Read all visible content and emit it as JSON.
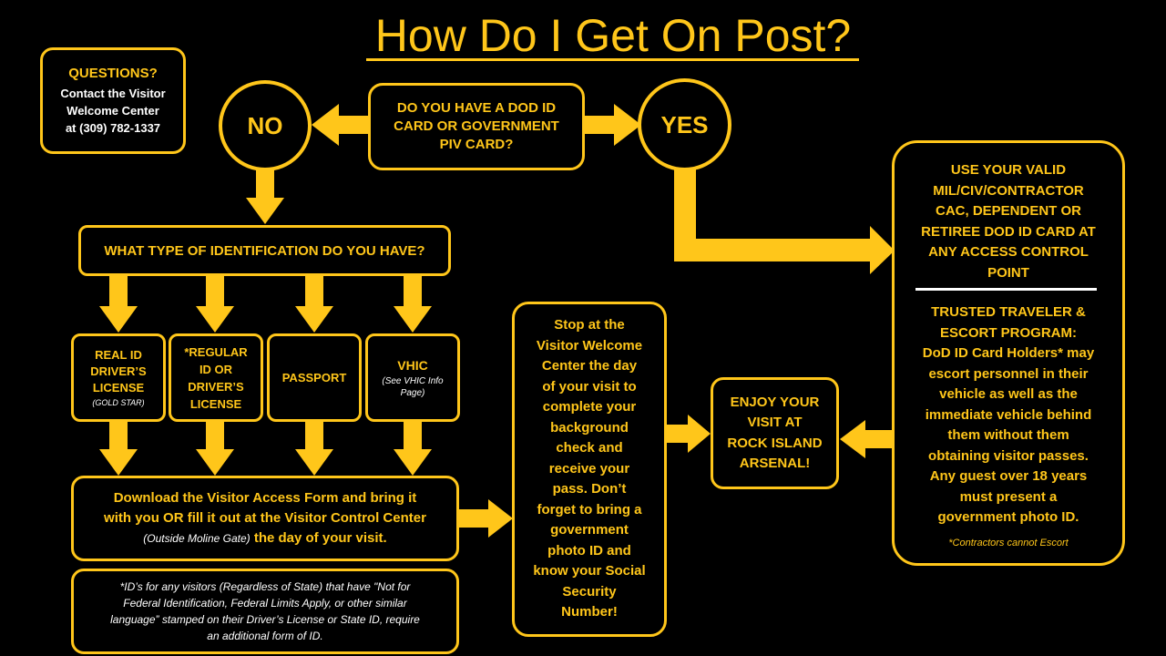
{
  "title": "How Do I Get On Post?",
  "questions": {
    "heading": "QUESTIONS?",
    "line1": "Contact the Visitor",
    "line2": "Welcome Center",
    "line3": "at (309) 782-1337"
  },
  "decision": {
    "question_lines": [
      "DO YOU HAVE A DOD ID",
      "CARD OR GOVERNMENT",
      "PIV CARD?"
    ],
    "no": "NO",
    "yes": "YES"
  },
  "id_type_question": "WHAT TYPE OF IDENTIFICATION DO YOU HAVE?",
  "id_options": {
    "real_id": {
      "lines": [
        "REAL ID",
        "DRIVER’S",
        "LICENSE"
      ],
      "note": "(GOLD STAR)"
    },
    "regular_id": {
      "lines": [
        "*REGULAR",
        "ID OR",
        "DRIVER’S",
        "LICENSE"
      ]
    },
    "passport": {
      "label": "PASSPORT"
    },
    "vhic": {
      "label": "VHIC",
      "note_lines": [
        "(See VHIC Info",
        "Page)"
      ]
    }
  },
  "download": {
    "line1": "Download the Visitor Access Form and bring it",
    "line2": "with you OR fill it out at the Visitor Control Center",
    "line3_note": "(Outside Moline Gate)",
    "line3_rest": " the day of your visit."
  },
  "footnote": {
    "lines": [
      "*ID’s for any visitors (Regardless of State) that have \"Not for",
      "Federal Identification, Federal Limits Apply, or other similar",
      "language” stamped on their Driver’s License or State ID, require",
      "an additional form of ID."
    ]
  },
  "stop": {
    "lines": [
      "Stop at the",
      "Visitor Welcome",
      "Center the day",
      "of your visit to",
      "complete your",
      "background",
      "check and",
      "receive your",
      "pass. Don’t",
      "forget to bring a",
      "government",
      "photo ID and",
      "know your Social",
      "Security",
      "Number!"
    ]
  },
  "enjoy": {
    "lines": [
      "ENJOY YOUR",
      "VISIT AT",
      "ROCK ISLAND",
      "ARSENAL!"
    ]
  },
  "yes_panel": {
    "top_lines": [
      "USE YOUR VALID",
      "MIL/CIV/CONTRACTOR",
      "CAC, DEPENDENT OR",
      "RETIREE DOD ID CARD AT",
      "ANY ACCESS CONTROL",
      "POINT"
    ],
    "trusted_lines": [
      "TRUSTED TRAVELER &",
      "ESCORT PROGRAM:"
    ],
    "body_lines": [
      "DoD ID Card Holders* may",
      "escort personnel in their",
      "vehicle as well as the",
      "immediate vehicle behind",
      "them without them",
      "obtaining visitor passes.",
      "Any guest over 18 years",
      "must present a",
      "government photo ID."
    ],
    "note": "*Contractors cannot Escort"
  },
  "colors": {
    "accent": "#FFC61A",
    "background": "#000000",
    "text_white": "#FFFFFF"
  }
}
